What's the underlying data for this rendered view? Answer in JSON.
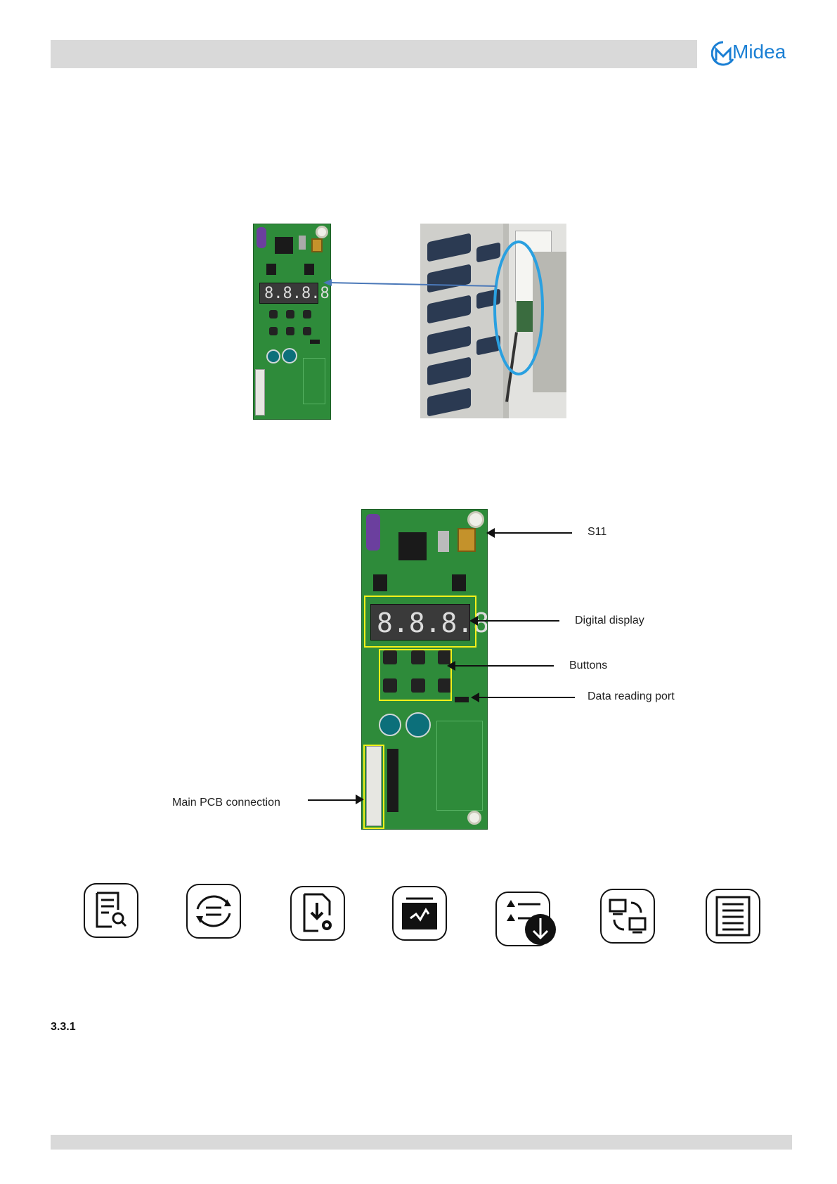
{
  "header": {
    "brand": "Midea"
  },
  "diagram": {
    "labels": {
      "s11": "S11",
      "display": "Digital display",
      "buttons": "Buttons",
      "data_port": "Data reading port",
      "main_pcb": "Main PCB connection"
    }
  },
  "icons": [
    "search-document-icon",
    "refresh-icon",
    "download-settings-icon",
    "monitor-signal-icon",
    "warning-list-download-icon",
    "swap-screens-icon",
    "document-list-icon"
  ],
  "section": {
    "number": "3.3.1"
  },
  "colors": {
    "brand": "#1a7fd4",
    "highlight": "#f3f01a",
    "pcb": "#2e8b3a",
    "circle": "#2aa0e0"
  }
}
